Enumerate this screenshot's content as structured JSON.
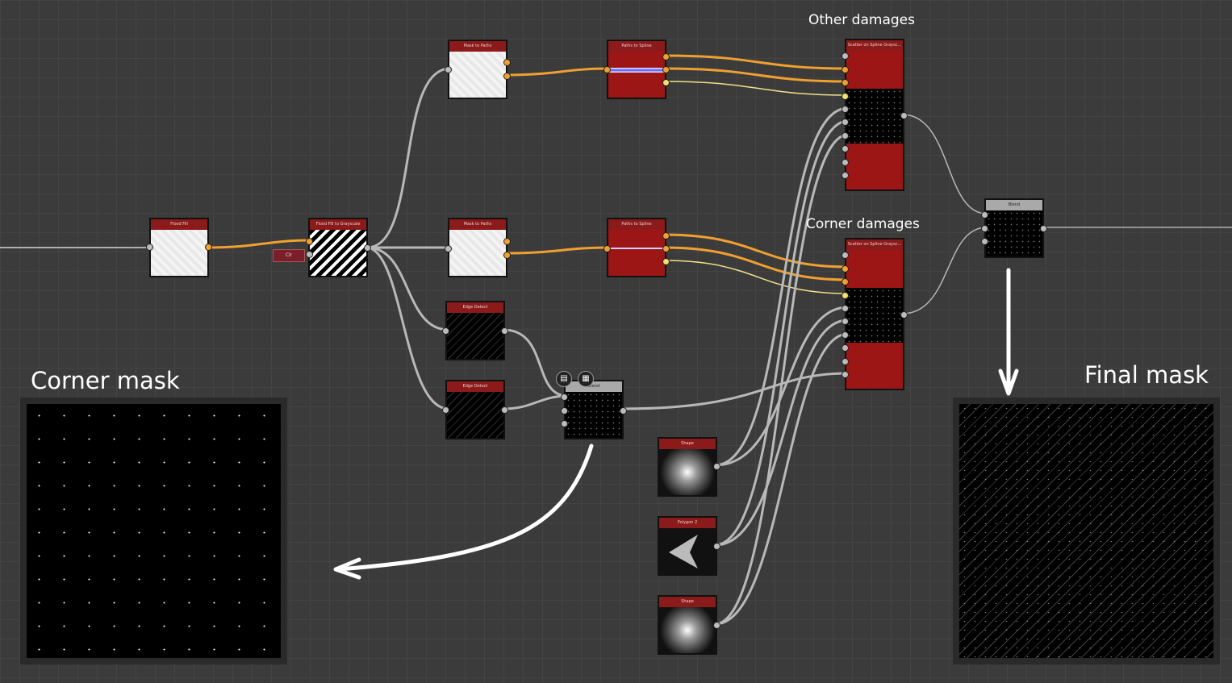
{
  "labels": {
    "other_damages": "Other damages",
    "corner_damages": "Corner damages",
    "corner_mask": "Corner mask",
    "final_mask": "Final mask"
  },
  "nodes": {
    "flood_fill": "Flood Fill",
    "flood_fill_to_grayscale": "Flood Fill to Grayscale",
    "clr_button": "Clr",
    "mask_to_paths_1": "Mask to Paths",
    "mask_to_paths_2": "Mask to Paths",
    "paths_to_spline_1": "Paths to Spline",
    "paths_to_spline_2": "Paths to Spline",
    "edge_detect_1": "Edge Detect",
    "edge_detect_2": "Edge Detect",
    "blend_small": "Blend",
    "scatter_1": "Scatter on Spline Graysc...",
    "scatter_2": "Scatter on Spline Graysc...",
    "blend_final": "Blend",
    "shape_1": "Shape",
    "polygon_2": "Polygon 2",
    "shape_2": "Shape"
  },
  "colors": {
    "orange_wire": "#f0a030",
    "gray_wire": "#b8b8b8",
    "yellow_wire": "#f0e08a",
    "node_header": "#8b1a1a"
  },
  "icons": [
    "document-icon",
    "checker-icon"
  ]
}
